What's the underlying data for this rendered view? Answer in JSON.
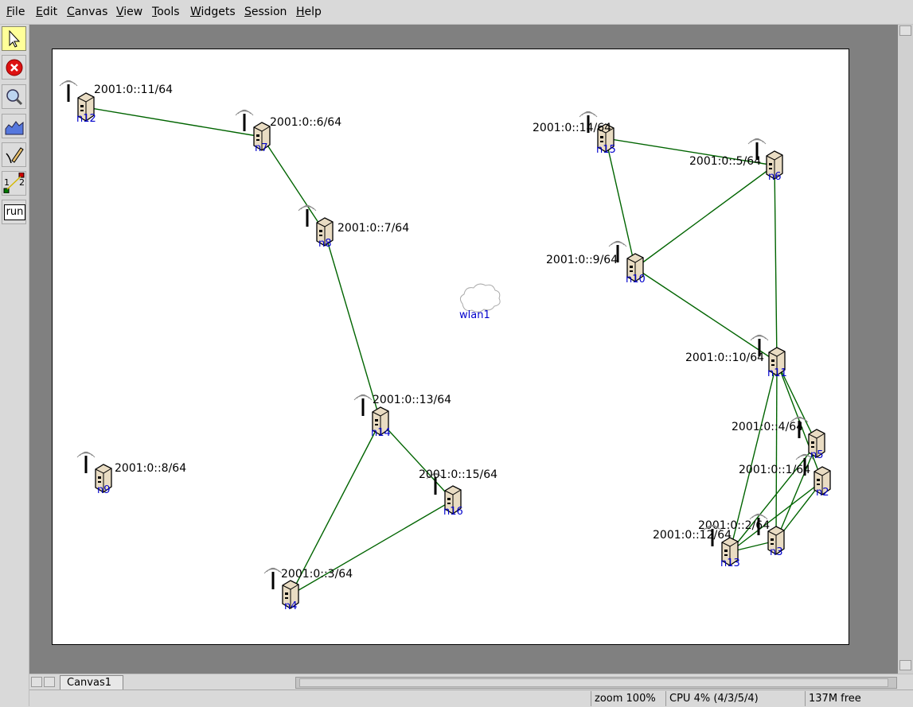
{
  "menu": [
    "File",
    "Edit",
    "Canvas",
    "View",
    "Tools",
    "Widgets",
    "Session",
    "Help"
  ],
  "toolbar": {
    "run_label": "run",
    "link_tool_from": "1",
    "link_tool_to": "2"
  },
  "canvas": {
    "tab_label": "Canvas1",
    "wlan_label": "wlan1"
  },
  "nodes": [
    {
      "id": "n12",
      "label": "n12",
      "addr": "2001:0::11/64"
    },
    {
      "id": "n7",
      "label": "n7",
      "addr": "2001:0::6/64"
    },
    {
      "id": "n8",
      "label": "n8",
      "addr": "2001:0::7/64"
    },
    {
      "id": "n14",
      "label": "n14",
      "addr": "2001:0::13/64"
    },
    {
      "id": "n9",
      "label": "n9",
      "addr": "2001:0::8/64"
    },
    {
      "id": "n16",
      "label": "n16",
      "addr": "2001:0::15/64"
    },
    {
      "id": "n4",
      "label": "n4",
      "addr": "2001:0::3/64"
    },
    {
      "id": "n15",
      "label": "n15",
      "addr": "2001:0::14/64"
    },
    {
      "id": "n6",
      "label": "n6",
      "addr": "2001:0::5/64"
    },
    {
      "id": "n10",
      "label": "n10",
      "addr": "2001:0::9/64"
    },
    {
      "id": "n11",
      "label": "n11",
      "addr": "2001:0::10/64"
    },
    {
      "id": "n5",
      "label": "n5",
      "addr": "2001:0::4/64"
    },
    {
      "id": "n2",
      "label": "n2",
      "addr": "2001:0::1/64"
    },
    {
      "id": "n3",
      "label": "n3",
      "addr": "2001:0::2/64"
    },
    {
      "id": "n13",
      "label": "n13",
      "addr": "2001:0::12/64"
    }
  ],
  "links": [
    [
      "n12",
      "n7"
    ],
    [
      "n7",
      "n8"
    ],
    [
      "n8",
      "n14"
    ],
    [
      "n14",
      "n16"
    ],
    [
      "n14",
      "n4"
    ],
    [
      "n4",
      "n16"
    ],
    [
      "n15",
      "n6"
    ],
    [
      "n15",
      "n10"
    ],
    [
      "n10",
      "n6"
    ],
    [
      "n10",
      "n11"
    ],
    [
      "n6",
      "n11"
    ],
    [
      "n11",
      "n5"
    ],
    [
      "n11",
      "n2"
    ],
    [
      "n11",
      "n3"
    ],
    [
      "n11",
      "n13"
    ],
    [
      "n5",
      "n13"
    ],
    [
      "n5",
      "n3"
    ],
    [
      "n2",
      "n13"
    ],
    [
      "n2",
      "n3"
    ],
    [
      "n3",
      "n13"
    ]
  ],
  "status": {
    "zoom": "zoom 100%",
    "cpu": "CPU 4% (4/3/5/4)",
    "mem": "137M free"
  }
}
